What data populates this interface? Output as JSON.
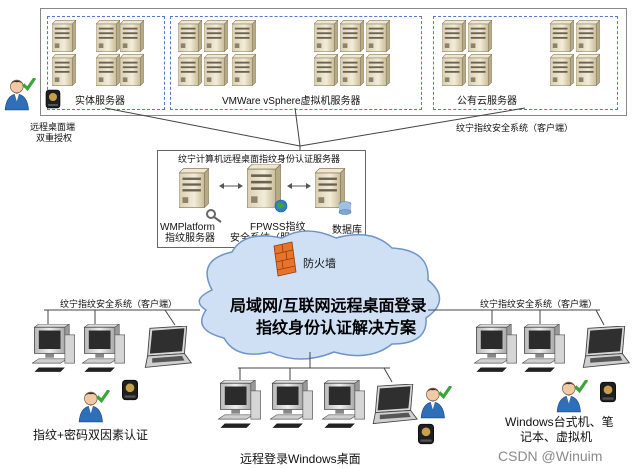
{
  "top": {
    "physical_servers": "实体服务器",
    "vmware_servers": "VMWare vSphere虚拟机服务器",
    "public_cloud_servers": "公有云服务器",
    "remote_desktop_label_l1": "远程桌面端",
    "remote_desktop_label_l2": "双重授权",
    "client_system_label": "纹宁指纹安全系统（客户端）"
  },
  "auth_server": {
    "title": "纹宁计算机远程桌面指纹身份认证服务器",
    "wmplatform_l1": "WMPlatform",
    "wmplatform_l2": "指纹服务器",
    "fpwss_l1": "FPWSS指纹",
    "fpwss_l2": "安全系统（服务端）",
    "database": "数据库"
  },
  "cloud": {
    "firewall": "防火墙",
    "title_l1": "局域网/互联网远程桌面登录",
    "title_l2": "指纹身份认证解决方案"
  },
  "bottom": {
    "left_client_label": "纹宁指纹安全系统（客户端）",
    "right_client_label": "纹宁指纹安全系统（客户端）",
    "left_caption": "指纹+密码双因素认证",
    "center_caption": "远程登录Windows桌面",
    "right_caption_l1": "Windows台式机、笔",
    "right_caption_l2": "记本、虚拟机"
  },
  "watermark": "CSDN @Winuim",
  "colors": {
    "cloud_fill": "#cfe0f5",
    "cloud_stroke": "#6f94c9",
    "firewall": "#e8742a",
    "dash_border": "#5577cc",
    "check_green": "#3aa63a"
  }
}
